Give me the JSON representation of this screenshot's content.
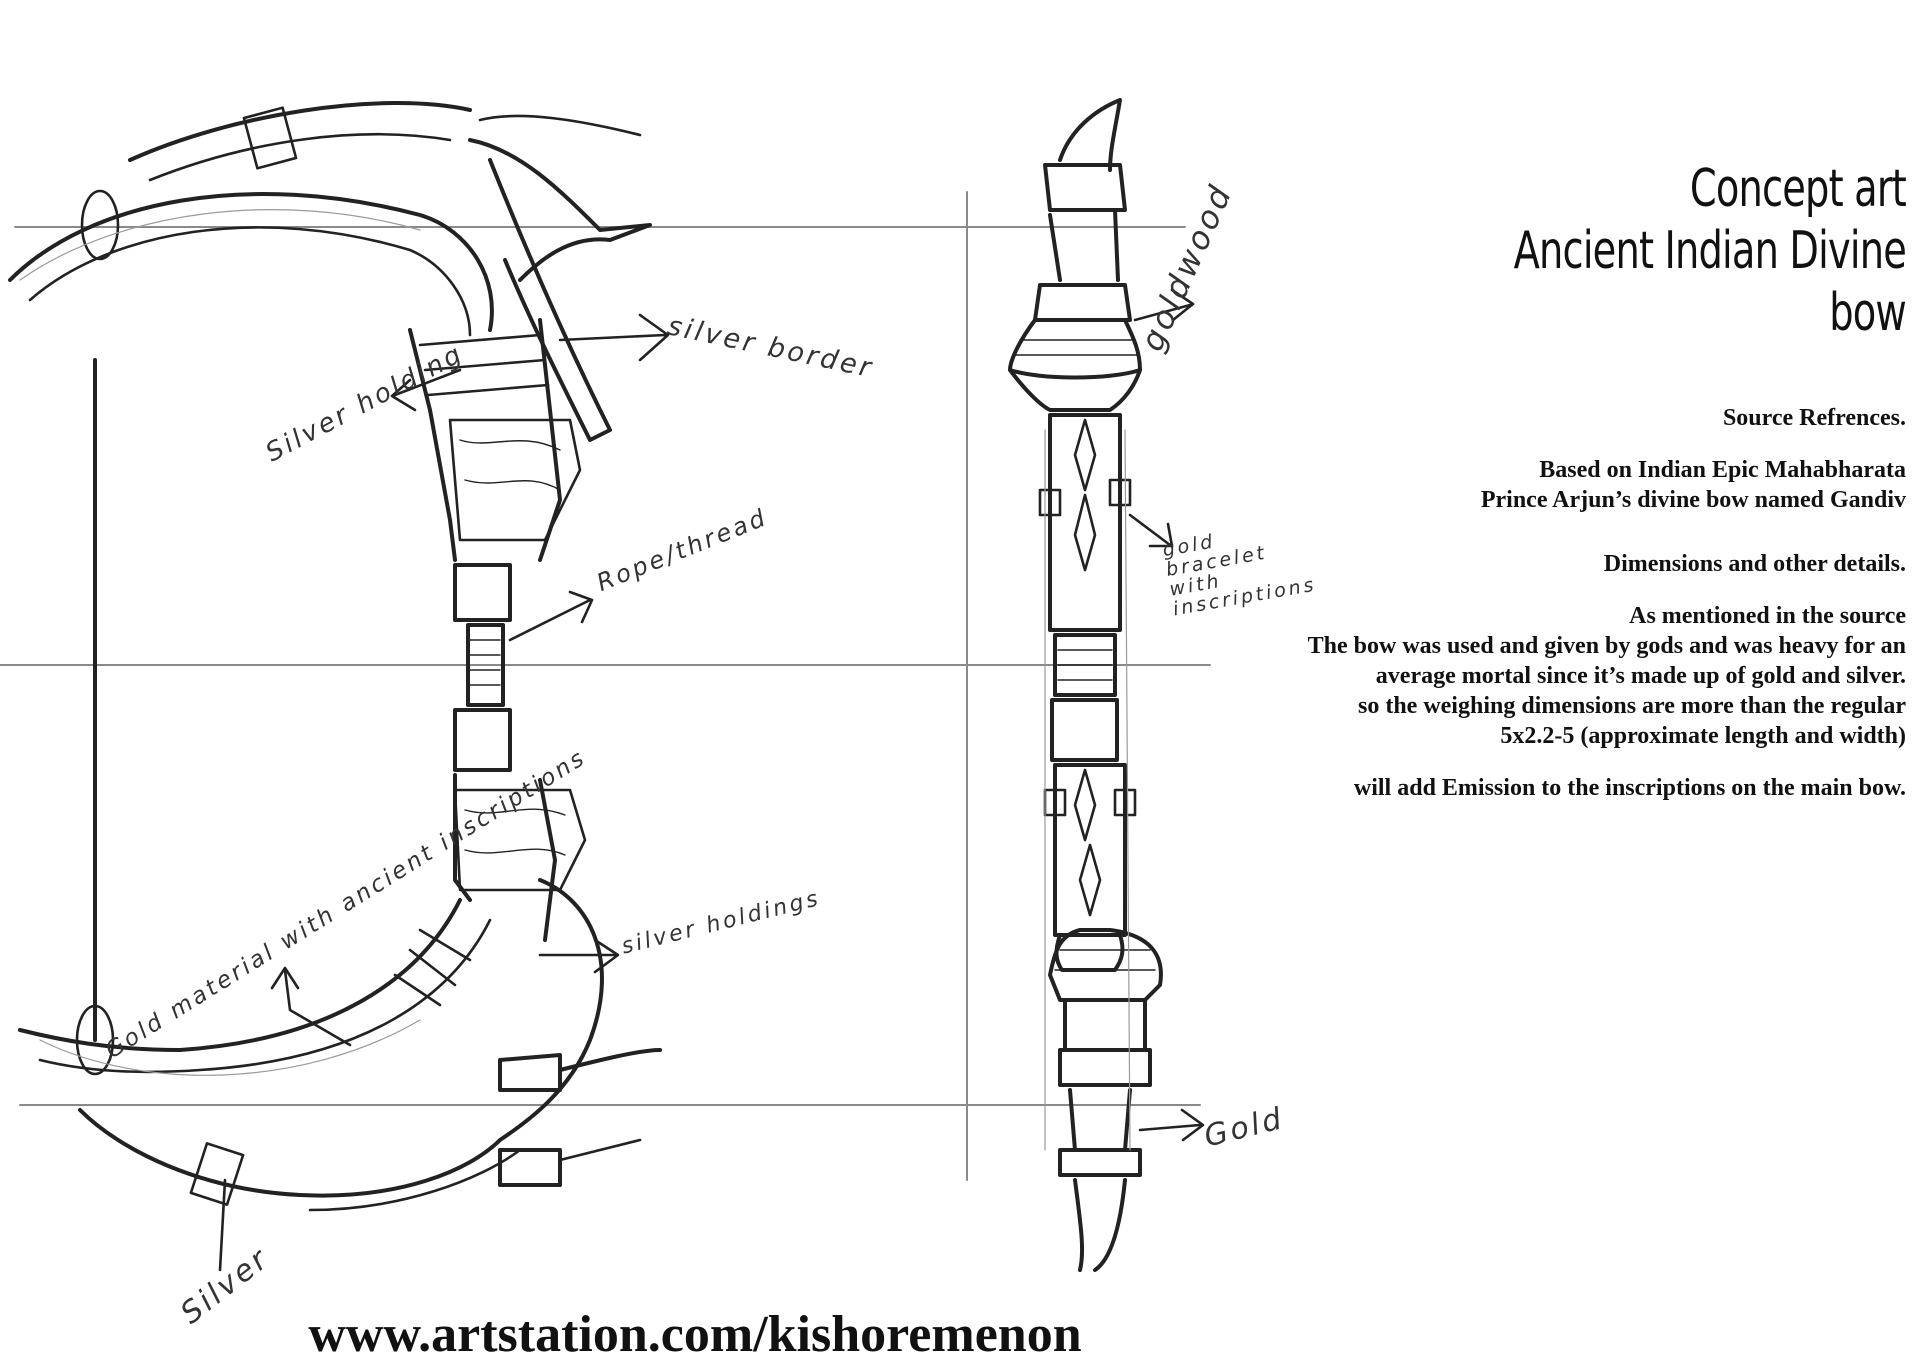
{
  "title": {
    "line1": "Concept art",
    "line2": "Ancient Indian Divine bow"
  },
  "notes": {
    "source_heading": "Source Refrences.",
    "source_line1": "Based on Indian Epic Mahabharata",
    "source_line2": "Prince Arjun’s divine bow named Gandiv",
    "dimensions_heading": "Dimensions and other details.",
    "details_line1": "As mentioned in the source",
    "details_line2": "The bow was used and given by gods and was heavy for an",
    "details_line3": "average mortal since it’s made up of gold and silver.",
    "details_line4": "so the weighing dimensions are more than the regular",
    "details_line5": "5x2.2-5 (approximate length and width)",
    "emission_line": "will add Emission to the inscriptions on the main bow."
  },
  "annotations": {
    "silver_border": "silver border",
    "silver_holding_top": "Silver holding",
    "rope_thread": "Rope/thread",
    "gold_material": "Gold material with ancient inscriptions",
    "silver_holdings_bottom": "silver holdings",
    "silver_bottom": "Silver",
    "goldwood": "goldwood",
    "gold_bracelet": "gold bracelet with inscriptions",
    "gold_bottom": "Gold"
  },
  "footer": {
    "url": "www.artstation.com/kishoremenon"
  }
}
